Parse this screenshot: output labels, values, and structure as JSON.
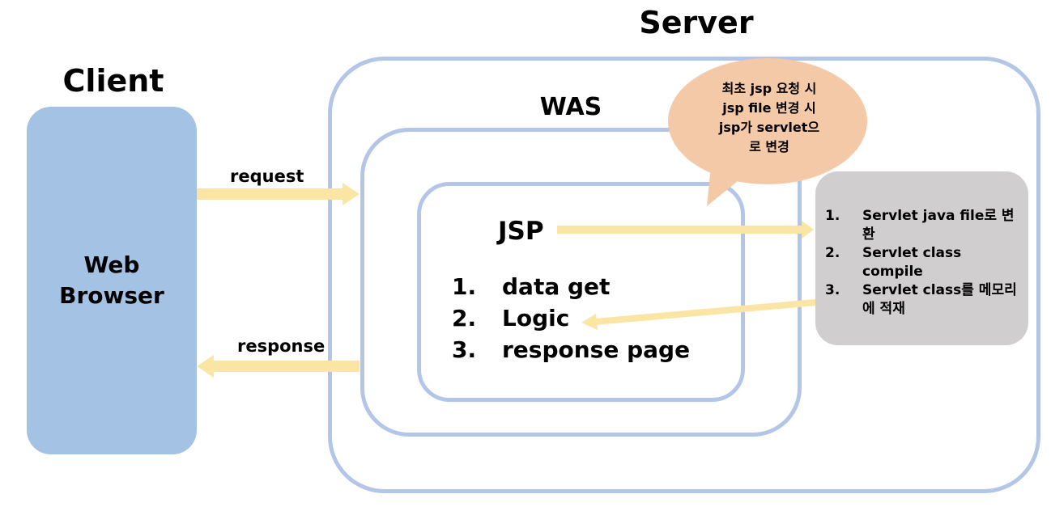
{
  "client": {
    "title": "Client",
    "browser_line1": "Web",
    "browser_line2": "Browser"
  },
  "server": {
    "title": "Server"
  },
  "was": {
    "title": "WAS"
  },
  "jsp": {
    "label": "JSP",
    "steps": [
      {
        "num": "1.",
        "text": "data get"
      },
      {
        "num": "2.",
        "text": "Logic"
      },
      {
        "num": "3.",
        "text": "response page"
      }
    ]
  },
  "arrows": {
    "request": "request",
    "response": "response"
  },
  "compile_steps": [
    {
      "num": "1.",
      "text": "Servlet java file로 변환"
    },
    {
      "num": "2.",
      "text": "Servlet class compile"
    },
    {
      "num": "3.",
      "text": "Servlet class를 메모리에 적재"
    }
  ],
  "callout": {
    "line1": "최초 jsp 요청 시",
    "line2": "jsp file 변경 시",
    "line3": "jsp가 servlet으",
    "line4": "로 변경"
  },
  "colors": {
    "browser": "#a4c2e3",
    "ring": "#b4c6e7",
    "arrow": "#fbe5a4",
    "bubble": "#f4c9a8",
    "compile_box": "#d0cece"
  }
}
